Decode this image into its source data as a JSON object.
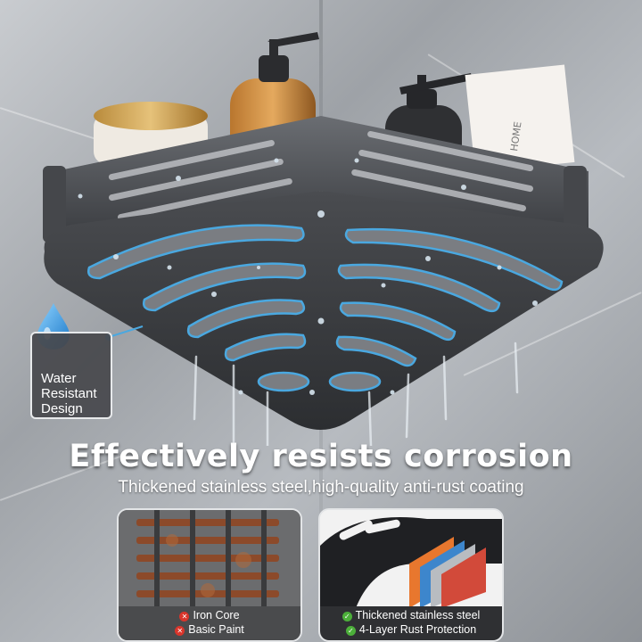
{
  "callout": {
    "label": "Water Resistant Design",
    "icon": "water-drop-icon"
  },
  "headline": "Effectively resists corrosion",
  "subheadline": "Thickened stainless steel,high-quality anti-rust coating",
  "comparison": {
    "left": {
      "features": [
        {
          "icon": "x-icon",
          "text": "Iron Core"
        },
        {
          "icon": "x-icon",
          "text": "Basic Paint"
        }
      ]
    },
    "right": {
      "features": [
        {
          "icon": "check-icon",
          "text": "Thickened stainless steel"
        },
        {
          "icon": "check-icon",
          "text": "4-Layer Rust Protection"
        }
      ]
    }
  },
  "product_card_text": "HOME",
  "colors": {
    "accent_blue": "#4aa8e0",
    "shelf_dark": "#3b3d41",
    "bad": "#d9352b",
    "good": "#4caf3a"
  }
}
